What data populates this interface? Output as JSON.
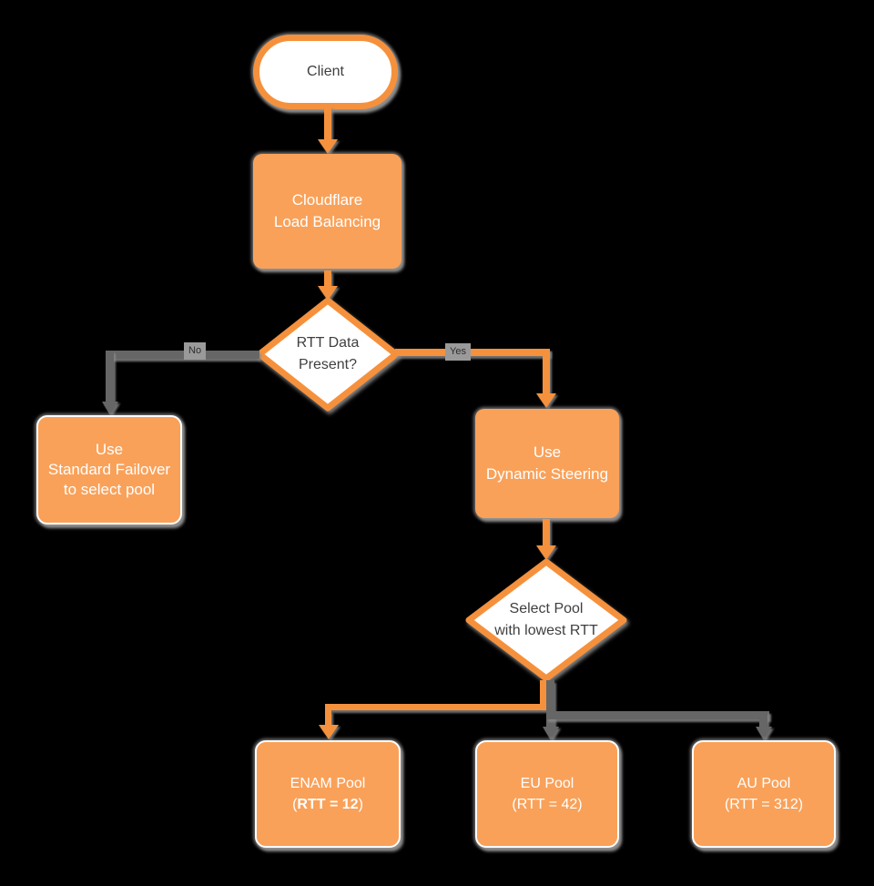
{
  "palette": {
    "background": "#000000",
    "orange_fill": "#F9A159",
    "orange_stroke": "#F5913D",
    "gray_connector": "#666666",
    "dark_text": "#3F3F3F",
    "white_text": "#FFFFFF",
    "shadow": "#8F8F8F",
    "edge_label_bg": "#9A9A9A"
  },
  "nodes": {
    "client": {
      "label": "Client"
    },
    "load_balancer": {
      "line1": "Cloudflare",
      "line2": "Load Balancing"
    },
    "rtt_decision": {
      "line1": "RTT Data",
      "line2": "Present?"
    },
    "standard_failover": {
      "line1": "Use",
      "line2": "Standard Failover",
      "line3": "to select pool"
    },
    "dynamic_steering": {
      "line1": "Use",
      "line2": "Dynamic Steering"
    },
    "select_pool": {
      "line1": "Select Pool",
      "line2": "with lowest RTT"
    }
  },
  "edge_labels": {
    "no": "No",
    "yes": "Yes"
  },
  "pools": [
    {
      "name": "ENAM Pool",
      "rtt_open": "(",
      "rtt_text": "RTT = 12",
      "rtt_close": ")"
    },
    {
      "name": "EU Pool",
      "rtt_open": "(",
      "rtt_text": "RTT = 42",
      "rtt_close": ")"
    },
    {
      "name": "AU Pool",
      "rtt_open": "(",
      "rtt_text": "RTT = 312",
      "rtt_close": ")"
    }
  ]
}
